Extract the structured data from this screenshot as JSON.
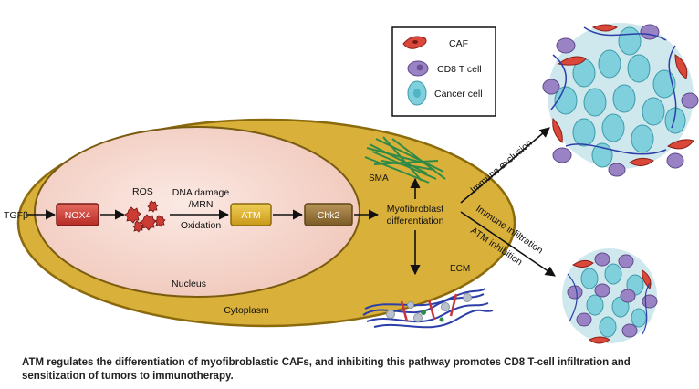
{
  "colors": {
    "cytoplasm_fill": "#d9b03a",
    "cytoplasm_stroke": "#8a6a0c",
    "nucleus_fill": "#f6d8cf",
    "nox4": "#d23a34",
    "atm": "#e0b52b",
    "chk2": "#9c7a3c",
    "caf": "#d9483a",
    "cd8_t_cell": "#9a83c4",
    "cancer_cell": "#7fd0dc",
    "sma_fibers": "#2e8a46",
    "ecm_fibers": "#2c3fa8"
  },
  "labels": {
    "tgfb": "TGFβ",
    "nox4": "NOX4",
    "ros": "ROS",
    "dna_damage_line1": "DNA damage",
    "dna_damage_line2": "/MRN",
    "oxidation": "Oxidation",
    "atm": "ATM",
    "chk2": "Chk2",
    "myofibroblast_line1": "Myofibroblast",
    "myofibroblast_line2": "differentiation",
    "sma": "SMA",
    "ecm": "ECM",
    "nucleus": "Nucleus",
    "cytoplasm": "Cytoplasm",
    "immune_exclusion": "Immune exclusion",
    "immune_infiltration": "Immune infiltration",
    "atm_inhibition": "ATM inhibition"
  },
  "legend": {
    "caf": "CAF",
    "cd8": "CD8 T cell",
    "cancer": "Cancer cell"
  },
  "caption": "ATM regulates the differentiation of myofibroblastic CAFs, and inhibiting this pathway promotes CD8 T-cell infiltration and sensitization of tumors to immunotherapy."
}
